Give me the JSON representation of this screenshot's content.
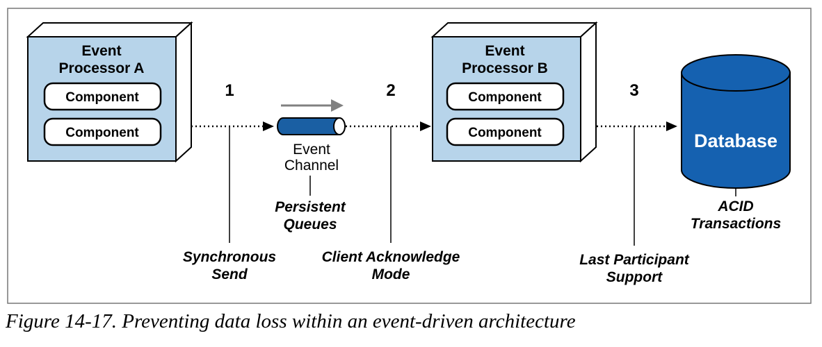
{
  "processor_a": {
    "title_line1": "Event",
    "title_line2": "Processor A",
    "components": [
      "Component",
      "Component"
    ]
  },
  "processor_b": {
    "title_line1": "Event",
    "title_line2": "Processor B",
    "components": [
      "Component",
      "Component"
    ]
  },
  "channel": {
    "line1": "Event",
    "line2": "Channel"
  },
  "database": {
    "label": "Database"
  },
  "steps": [
    "1",
    "2",
    "3"
  ],
  "notes": {
    "persistent": [
      "Persistent",
      "Queues"
    ],
    "sync_send": [
      "Synchronous",
      "Send"
    ],
    "client_ack": [
      "Client Acknowledge",
      "Mode"
    ],
    "last_participant": [
      "Last Participant",
      "Support"
    ],
    "acid": [
      "ACID",
      "Transactions"
    ]
  },
  "caption": "Figure 14-17. Preventing data loss within an event-driven architecture",
  "colors": {
    "box_fill": "#b7d4ea",
    "channel_fill": "#1a5fa3",
    "db_fill": "#1561b0",
    "arrow_gray": "#808080",
    "line": "#000000"
  }
}
